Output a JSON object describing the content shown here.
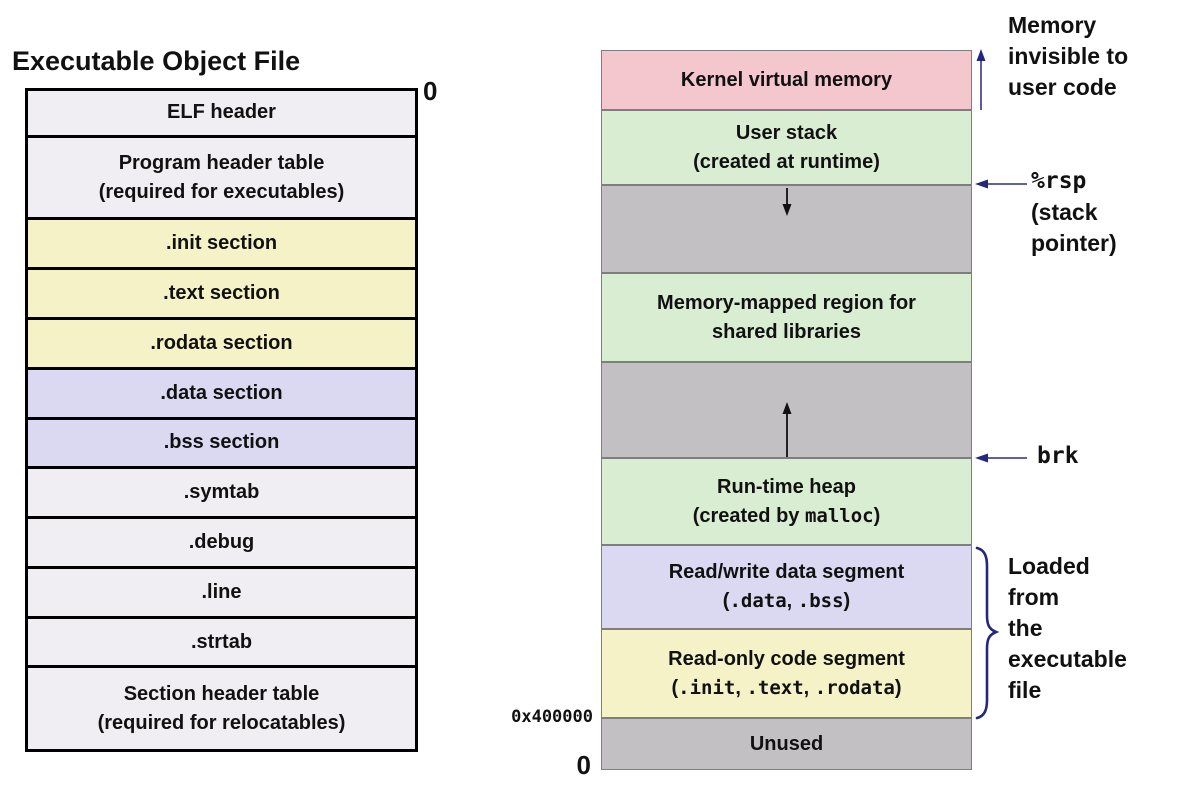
{
  "left_panel": {
    "title": "Executable Object File",
    "top_address": "0",
    "rows": [
      {
        "label": "ELF header"
      },
      {
        "label": "Program header table",
        "label2": "(required for executables)"
      },
      {
        "label": ".init section"
      },
      {
        "label": ".text section"
      },
      {
        "label": ".rodata section"
      },
      {
        "label": ".data section"
      },
      {
        "label": ".bss section"
      },
      {
        "label": ".symtab"
      },
      {
        "label": ".debug"
      },
      {
        "label": ".line"
      },
      {
        "label": ".strtab"
      },
      {
        "label": "Section header table",
        "label2": "(required for relocatables)"
      }
    ]
  },
  "memory_panel": {
    "boxes": [
      {
        "name": "kernel-virtual-memory",
        "line1": "Kernel virtual memory"
      },
      {
        "name": "user-stack",
        "line1": "User stack",
        "line2": "(created at runtime)"
      },
      {
        "name": "stack-growth-gap"
      },
      {
        "name": "memory-mapped-region",
        "line1": "Memory-mapped region for",
        "line2": "shared libraries"
      },
      {
        "name": "heap-growth-gap"
      },
      {
        "name": "runtime-heap",
        "line1": "Run-time heap",
        "line2_parts": {
          "a": "(created by ",
          "b": "malloc",
          "c": ")"
        }
      },
      {
        "name": "rw-data-segment",
        "line1": "Read/write data segment",
        "line2_parts": {
          "a": "(",
          "b": ".data",
          "c": ", ",
          "d": ".bss",
          "e": ")"
        }
      },
      {
        "name": "ro-code-segment",
        "line1": "Read-only code segment",
        "line2_parts": {
          "a": "(",
          "b": ".init",
          "c": ", ",
          "d": ".text",
          "e": ", ",
          "f": ".rodata",
          "g": ")"
        }
      },
      {
        "name": "unused",
        "line1": "Unused"
      }
    ],
    "annotations": {
      "invisible_line1": "Memory",
      "invisible_line2": "invisible to",
      "invisible_line3": "user code",
      "rsp_label": "%rsp",
      "rsp_sub_line1": "(stack",
      "rsp_sub_line2": "pointer)",
      "brk_label": "brk",
      "loaded_line1": "Loaded",
      "loaded_line2": "from",
      "loaded_line3": "the",
      "loaded_line4": "executable",
      "loaded_line5": "file",
      "base_address": "0x400000",
      "zero_address": "0"
    }
  },
  "palette": {
    "pink": "#f4c7cf",
    "green": "#d9edd3",
    "gray": "#c3c0c3",
    "lavender": "#dbd8f1",
    "yellow": "#f4f2c6",
    "lightrow": "#f0eef3",
    "arrow_navy": "#26267f",
    "arrow_black": "#111111"
  }
}
